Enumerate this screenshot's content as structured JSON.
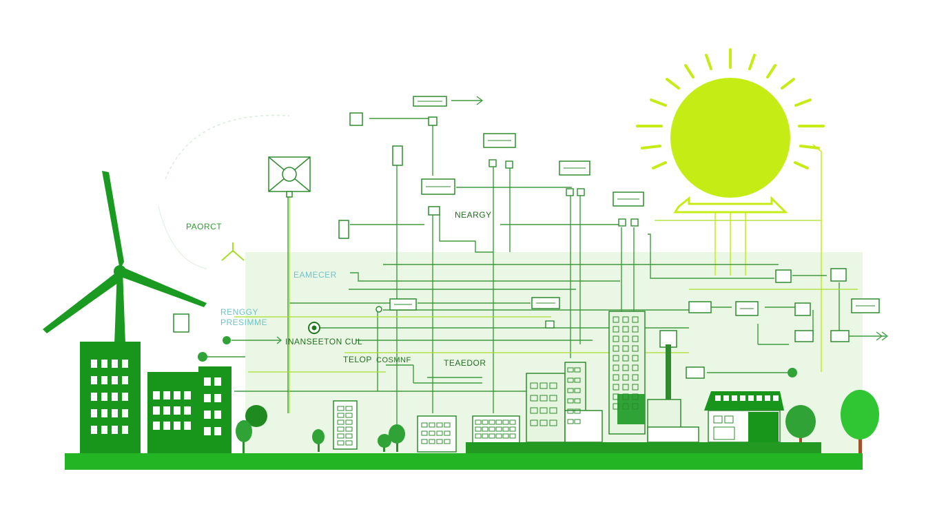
{
  "colors": {
    "dark_green": "#139419",
    "mid_green": "#2fa336",
    "line_green": "#3f9a3f",
    "lime": "#c6ec16",
    "lime_line": "#a8dd2a",
    "panel": "#e6f5df",
    "ground": "#23b523",
    "trunk": "#a0522d"
  },
  "labels": {
    "paorct": "PAORCT",
    "neargy": "NEARGY",
    "eamecer": "EAMECER",
    "renggy": "RENGGY",
    "presimme": "PRESIMME",
    "inanseeton": "INANSEETON CUL",
    "telop": "TELOP",
    "cosmnf": "COSMNF",
    "teaedor": "TEAEDOR"
  },
  "icons": {
    "wind_turbine": "wind-turbine-icon",
    "sun": "sun-icon",
    "inverter": "inverter-box-icon",
    "meter": "meter-icon"
  }
}
